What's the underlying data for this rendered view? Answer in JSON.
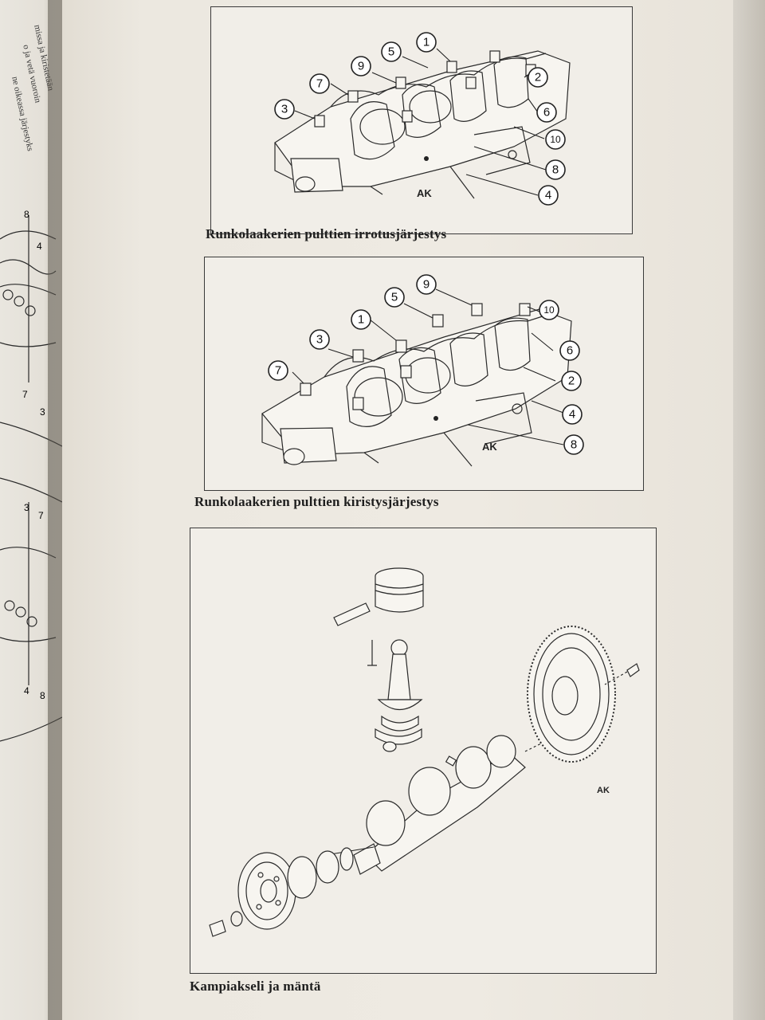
{
  "left_page": {
    "fragments": [
      "missa ja kiristetään",
      "o  ja vetä vuoroin",
      "ne oikeassa järjestyks"
    ],
    "diagram_numbers_top": [
      "8",
      "4",
      "7",
      "3"
    ],
    "diagram_numbers_bottom": [
      "3",
      "7",
      "4",
      "8"
    ]
  },
  "figures": [
    {
      "caption": "Runkolaakerien pulttien irrotusjärjestys",
      "ak_label": "AK",
      "callouts": [
        "1",
        "2",
        "3",
        "4",
        "5",
        "6",
        "7",
        "8",
        "9",
        "10"
      ]
    },
    {
      "caption": "Runkolaakerien pulttien kiristysjärjestys",
      "ak_label": "AK",
      "callouts": [
        "1",
        "2",
        "3",
        "4",
        "5",
        "6",
        "7",
        "8",
        "9",
        "10"
      ]
    },
    {
      "caption": "Kampiakseli ja mäntä",
      "ak_label": "AK"
    }
  ],
  "colors": {
    "paper": "#eeeae2",
    "ink": "#2a2a2a"
  }
}
